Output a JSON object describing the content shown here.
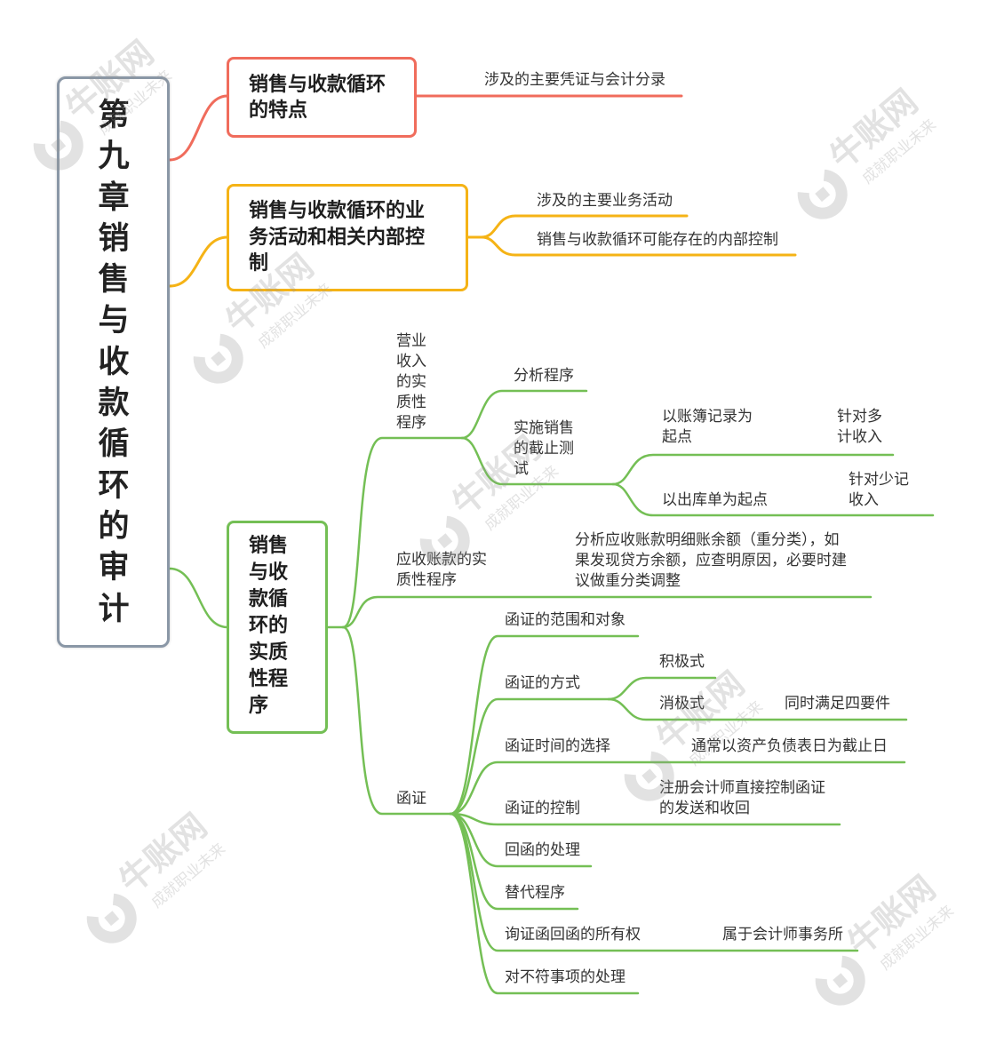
{
  "root": {
    "title": "第九章销售与收款循环的审计"
  },
  "branches": [
    {
      "title": "销售与收款循环的特点",
      "color": "#f06c5c",
      "children": [
        {
          "label": "涉及的主要凭证与会计分录"
        }
      ]
    },
    {
      "title": "销售与收款循环的业务活动和相关内部控制",
      "color": "#f5b316",
      "children": [
        {
          "label": "涉及的主要业务活动"
        },
        {
          "label": "销售与收款循环可能存在的内部控制"
        }
      ]
    },
    {
      "title": "销售与收款循环的实质性程序",
      "color": "#74bf55",
      "children": [
        {
          "label": "营业收入的实质性程序",
          "children": [
            {
              "label": "分析程序"
            },
            {
              "label": "实施销售的截止测试",
              "children": [
                {
                  "label": "以账簿记录为起点",
                  "note": "针对多计收入"
                },
                {
                  "label": "以出库单为起点",
                  "note": "针对少记收入"
                }
              ]
            }
          ]
        },
        {
          "label": "应收账款的实质性程序",
          "note": "分析应收账款明细账余额（重分类），如果发现贷方余额，应查明原因，必要时建议做重分类调整"
        },
        {
          "label": "函证",
          "children": [
            {
              "label": "函证的范围和对象"
            },
            {
              "label": "函证的方式",
              "children": [
                {
                  "label": "积极式"
                },
                {
                  "label": "消极式",
                  "note": "同时满足四要件"
                }
              ]
            },
            {
              "label": "函证时间的选择",
              "note": "通常以资产负债表日为截止日"
            },
            {
              "label": "函证的控制",
              "note": "注册会计师直接控制函证的发送和收回"
            },
            {
              "label": "回函的处理"
            },
            {
              "label": "替代程序"
            },
            {
              "label": "询证函回函的所有权",
              "note": "属于会计师事务所"
            },
            {
              "label": "对不符事项的处理"
            }
          ]
        }
      ]
    }
  ],
  "colors": {
    "root_border": "#8a97a6",
    "text": "#333333",
    "background": "#ffffff"
  },
  "watermark": {
    "brand": "牛账网",
    "slogan": "成就职业未来"
  }
}
